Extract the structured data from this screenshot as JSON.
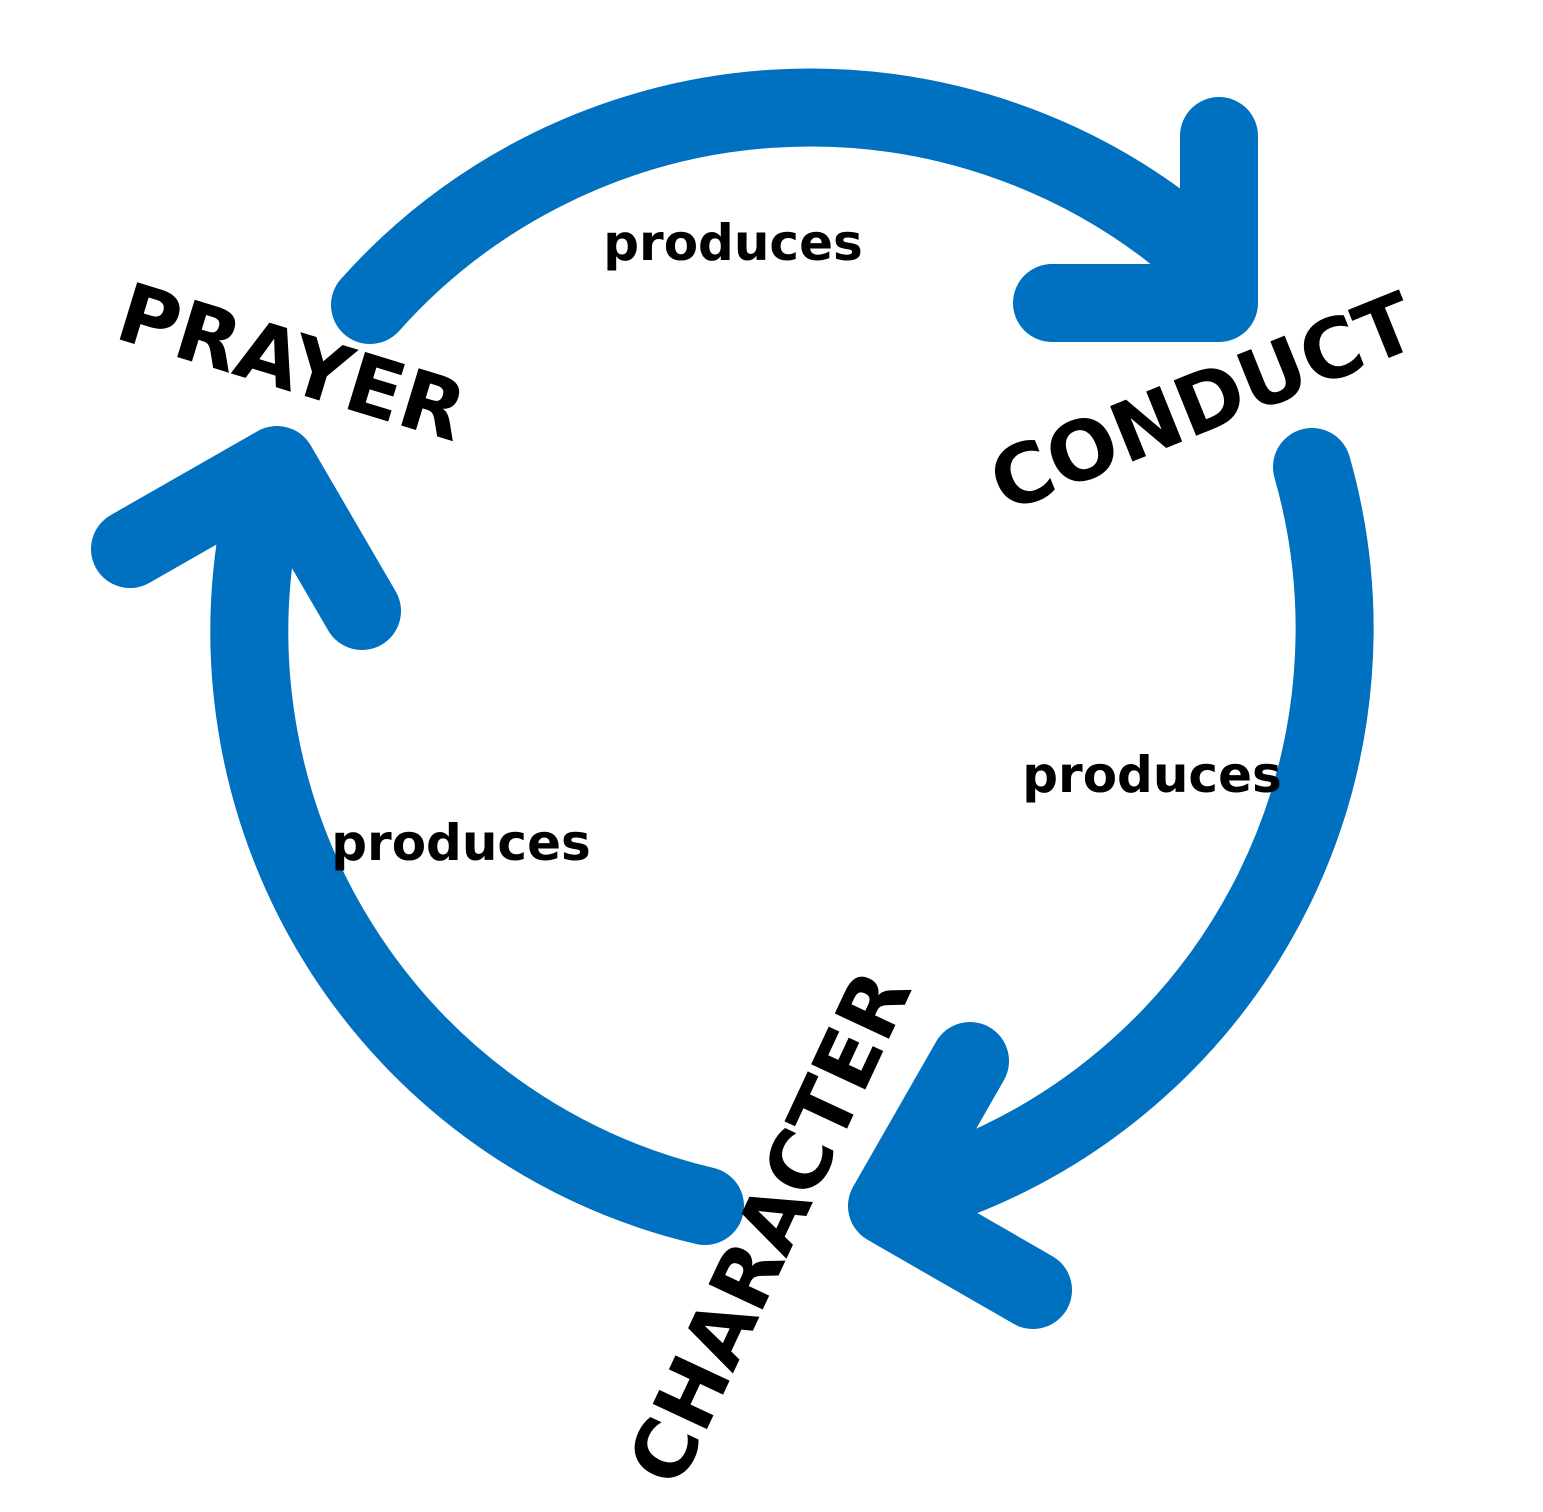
{
  "colors": {
    "arrow": "#0070C0",
    "text": "#000000",
    "background": "#FFFFFF"
  },
  "nodes": {
    "prayer": "PRAYER",
    "conduct": "CONDUCT",
    "character": "CHARACTER"
  },
  "edges": {
    "prayer_to_conduct": "produces",
    "conduct_to_character": "produces",
    "character_to_prayer": "produces"
  }
}
